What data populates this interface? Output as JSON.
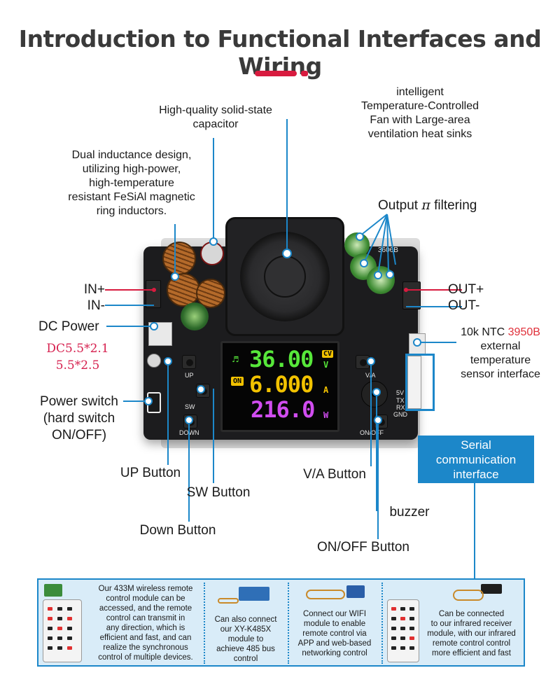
{
  "title": "Introduction to Functional Interfaces and Wiring",
  "colors": {
    "accent_red": "#d81b3f",
    "info_blue": "#1c87c9",
    "panel_bg": "#d9ecf8",
    "screen_green": "#57e83a",
    "screen_yellow": "#f2c200",
    "screen_magenta": "#d14df0",
    "board_black": "#1c1c1e"
  },
  "callouts": {
    "capacitor": [
      "High-quality solid-state",
      "capacitor"
    ],
    "fan": [
      "intelligent",
      "Temperature-Controlled",
      "Fan with Large-area",
      "ventilation heat sinks"
    ],
    "inductors": [
      "Dual inductance design,",
      "utilizing high-power,",
      "high-temperature",
      "resistant FeSiAl magnetic",
      "ring inductors."
    ],
    "output_filter_prefix": "Output ",
    "output_filter_symbol": "π",
    "output_filter_suffix": " filtering",
    "in_plus": "IN+",
    "in_minus": "IN-",
    "out_plus": "OUT+",
    "out_minus": "OUT-",
    "dc_power": "DC Power",
    "dc_spec_1": "DC5.5*2.1",
    "dc_spec_2": "5.5*2.5",
    "ntc_prefix": "10k NTC ",
    "ntc_value": "3950B",
    "ntc_lines": [
      "external",
      "temperature",
      "sensor interface"
    ],
    "power_switch": [
      "Power switch",
      "(hard switch",
      "ON/OFF)"
    ],
    "serial_comm": [
      "Serial",
      "communication",
      "interface"
    ],
    "up_button": "UP Button",
    "sw_button": "SW Button",
    "down_button": "Down Button",
    "va_button": "V/A Button",
    "buzzer": "buzzer",
    "onoff_button": "ON/OFF Button"
  },
  "board": {
    "model": "3606B",
    "silk_up": "UP",
    "silk_sw": "SW",
    "silk_down": "DOWN",
    "silk_va": "V/A",
    "silk_onoff": "ON/OFF",
    "silk_pins": [
      "5V",
      "TX",
      "RX",
      "GND"
    ]
  },
  "display": {
    "voltage": "36.00",
    "voltage_unit": "V",
    "cv_tag": "CV",
    "on_tag": "ON",
    "current": "6.000",
    "current_unit": "A",
    "power": "216.0",
    "power_unit": "W"
  },
  "panel": {
    "items": [
      {
        "text": [
          "Our 433M wireless remote",
          "control module can be",
          "accessed, and the remote",
          "control can transmit in",
          "any direction, which is",
          "efficient and fast, and can",
          "realize the synchronous",
          "control of multiple devices."
        ]
      },
      {
        "text": [
          "Can also connect",
          "our XY-K485X",
          "module to",
          "achieve 485 bus",
          "control"
        ]
      },
      {
        "text": [
          "Connect our WIFI",
          "module to enable",
          "remote control via",
          "APP and web-based",
          "networking control"
        ]
      },
      {
        "text": [
          "Can be connected",
          "to our infrared receiver",
          "module, with our infrared",
          "remote control control",
          "more efficient and fast"
        ]
      }
    ]
  }
}
